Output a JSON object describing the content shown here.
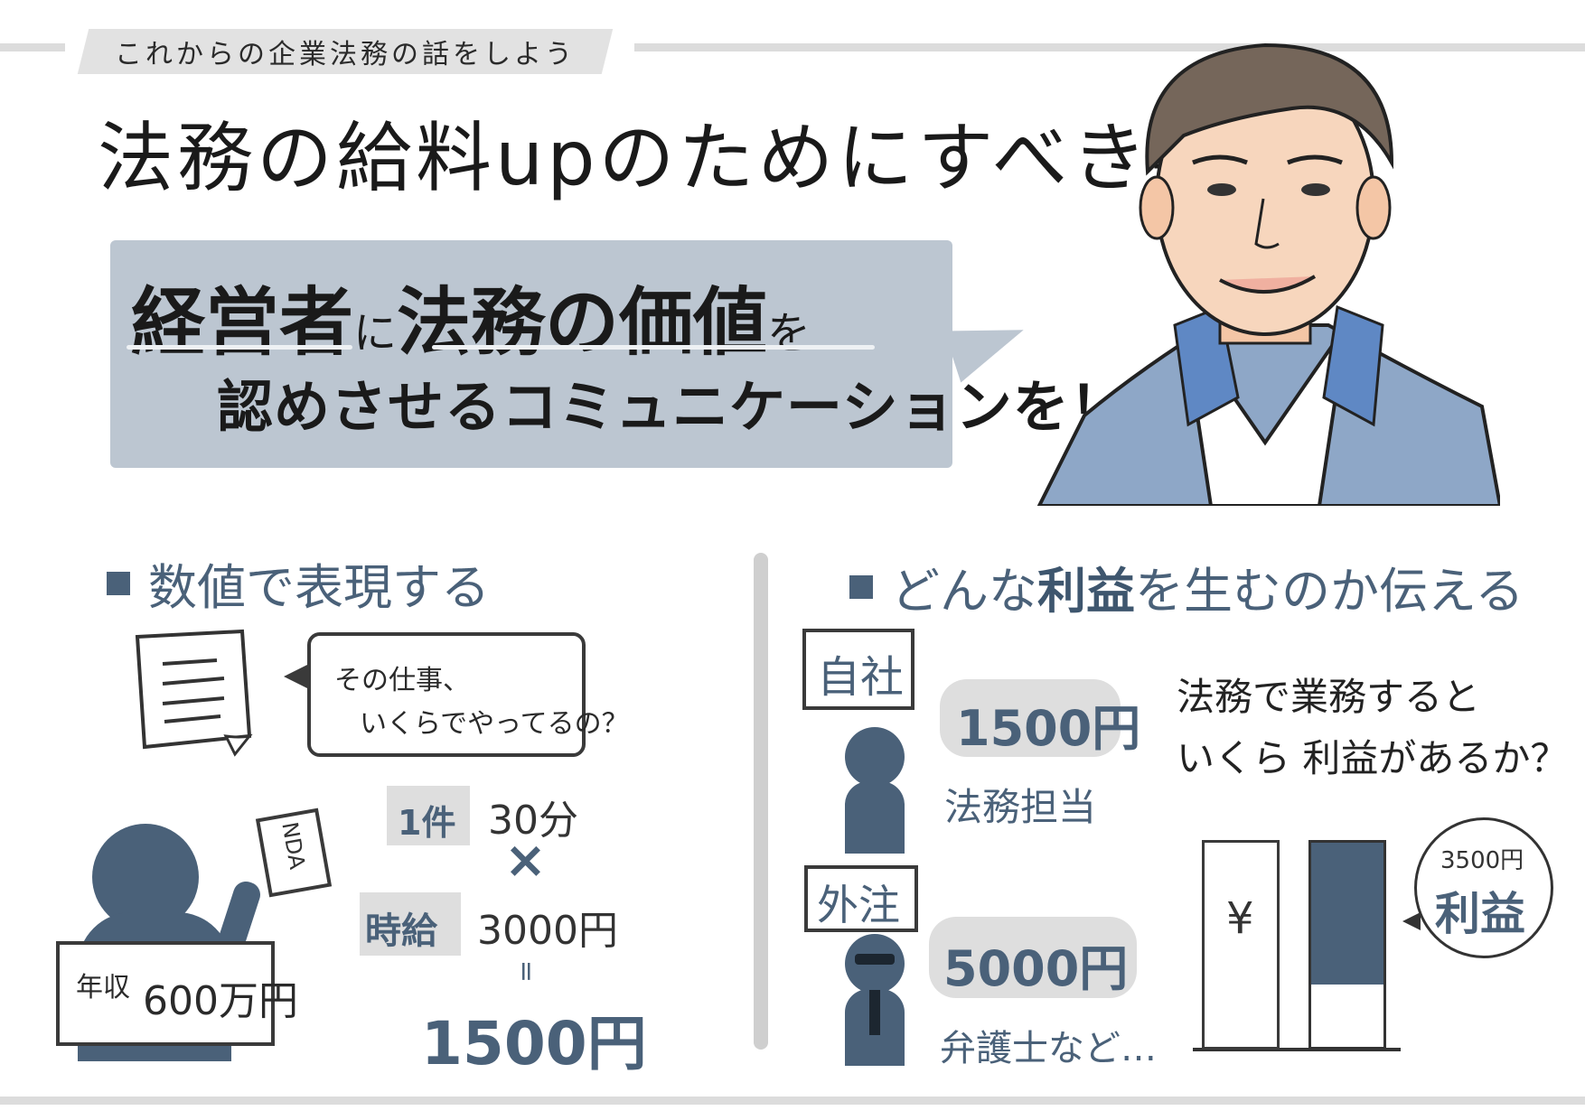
{
  "header": {
    "tag": "これからの企業法務の話をしよう",
    "title": "法務の給料upのためにすべき事"
  },
  "bubble": {
    "w1": "経営者",
    "w2": "に",
    "w3": "法務の価値",
    "w4": "を",
    "line2": "認めさせるコミュニケーションを！"
  },
  "left": {
    "heading": "数値で表現する",
    "speech_line1": "その仕事、",
    "speech_line2": "いくらでやってるの？",
    "nda_label": "NDA",
    "income_label": "年収",
    "income_value": "600万円",
    "calc": {
      "row1_tag": "1件",
      "row1_value": "30分",
      "times": "×",
      "row2_tag": "時給",
      "row2_value": "3000円",
      "equals": "=",
      "result": "1500円"
    }
  },
  "right": {
    "heading_pre": "どんな",
    "heading_bold": "利益",
    "heading_post": "を生むのか伝える",
    "inhouse_label": "自社",
    "inhouse_price": "1500円",
    "inhouse_role": "法務担当",
    "outsource_label": "外注",
    "outsource_price": "5000円",
    "outsource_role": "弁護士など…",
    "question_line1": "法務で業務すると",
    "question_line2": "いくら 利益があるか？",
    "yen_symbol": "¥",
    "profit_value": "3500円",
    "profit_label": "利益"
  },
  "colors": {
    "accent": "#4a6179",
    "bubble": "#bcc6d1",
    "rule": "#dcdcdc"
  }
}
